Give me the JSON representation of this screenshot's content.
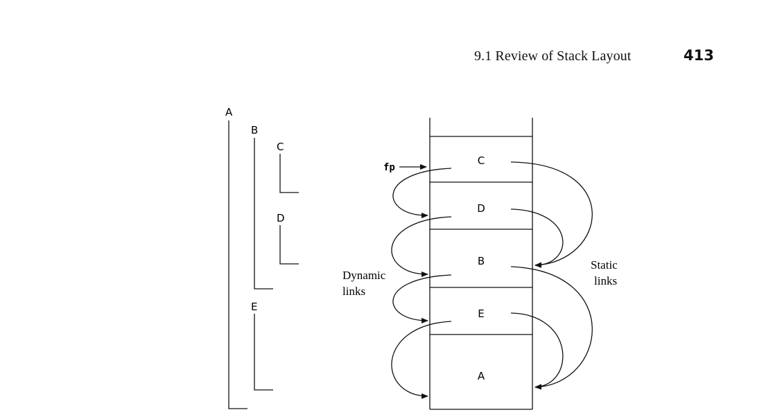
{
  "header": {
    "section_title": "9.1  Review of Stack Layout",
    "page_number": "413"
  },
  "figure": {
    "scope_labels": [
      "A",
      "B",
      "C",
      "D",
      "E"
    ],
    "frames": [
      "C",
      "D",
      "B",
      "E",
      "A"
    ],
    "frame_pointer_label": "fp",
    "dynamic_links_label": [
      "Dynamic",
      "links"
    ],
    "static_links_label": [
      "Static",
      "links"
    ]
  }
}
